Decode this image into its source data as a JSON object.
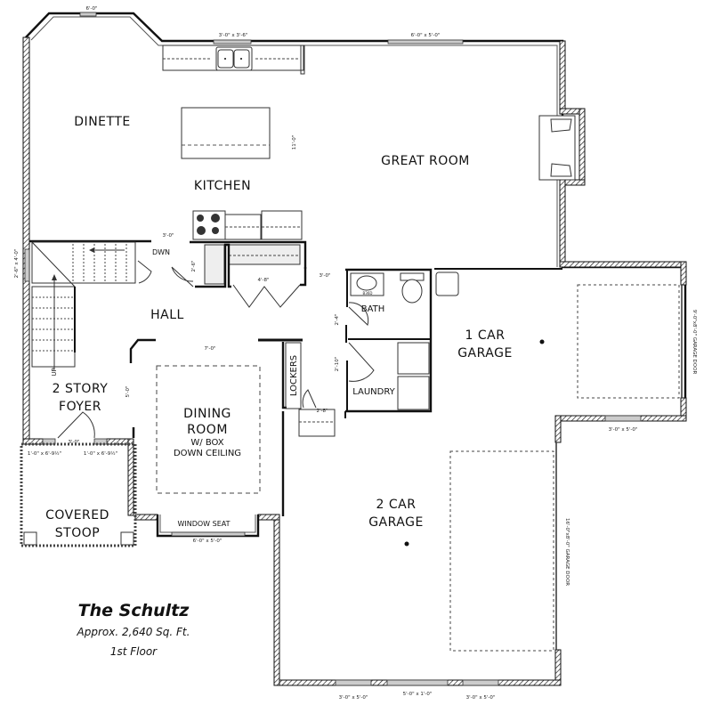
{
  "plan": {
    "name": "The Schultz",
    "area": "Approx. 2,640 Sq. Ft.",
    "floor": "1st Floor"
  },
  "rooms": {
    "dinette": "DINETTE",
    "kitchen": "KITCHEN",
    "great_room": "GREAT ROOM",
    "hall": "HALL",
    "foyer_line1": "2 STORY",
    "foyer_line2": "FOYER",
    "dining_line1": "DINING",
    "dining_line2": "ROOM",
    "dining_line3": "W/ BOX",
    "dining_line4": "DOWN CEILING",
    "stoop_line1": "COVERED",
    "stoop_line2": "STOOP",
    "bath": "BATH",
    "laundry": "LAUNDRY",
    "lockers": "LOCKERS",
    "garage1_line1": "1 CAR",
    "garage1_line2": "GARAGE",
    "garage2_line1": "2 CAR",
    "garage2_line2": "GARAGE",
    "window_seat": "WINDOW SEAT"
  },
  "labels": {
    "stairs_down": "DWN",
    "stairs_up": "UP",
    "sink_tag": "B36D"
  },
  "dimensions": {
    "dinette_bay_window": "6'-0\"",
    "kitchen_window": "3'-0\" x 3'-6\"",
    "great_room_window": "6'-0\" x 5'-0\"",
    "kitchen_ceiling": "11'-0\"",
    "stair_window": "2'-6\" x 4'-0\"",
    "kitchen_opening": "3'-0\"",
    "pantry_door": "2'-6\"",
    "closet_door": "4'-8\"",
    "hall_opening": "3'-0\"",
    "bath_door": "2'-4\"",
    "laundry_door": "2'-10\"",
    "dining_opening": "7'-0\"",
    "foyer_opening": "5'-0\"",
    "front_door": "3'-0\"",
    "sidelight_left": "1'-0\" x 6'-9½\"",
    "sidelight_right": "1'-0\" x 6'-9½\"",
    "locker_door": "2'-8\"",
    "dining_window": "6'-0\" x 5'-0\"",
    "garage1_window": "3'-0\" x 5'-0\"",
    "garage1_door": "9'-0\"x8'-0\" GARAGE DOOR",
    "garage2_door": "16'-0\"x8'-0\" GARAGE DOOR",
    "garage2_window_left": "3'-0\" x 5'-0\"",
    "garage2_window_center": "5'-0\" x 1'-0\"",
    "garage2_window_right": "3'-0\" x 5'-0\""
  }
}
